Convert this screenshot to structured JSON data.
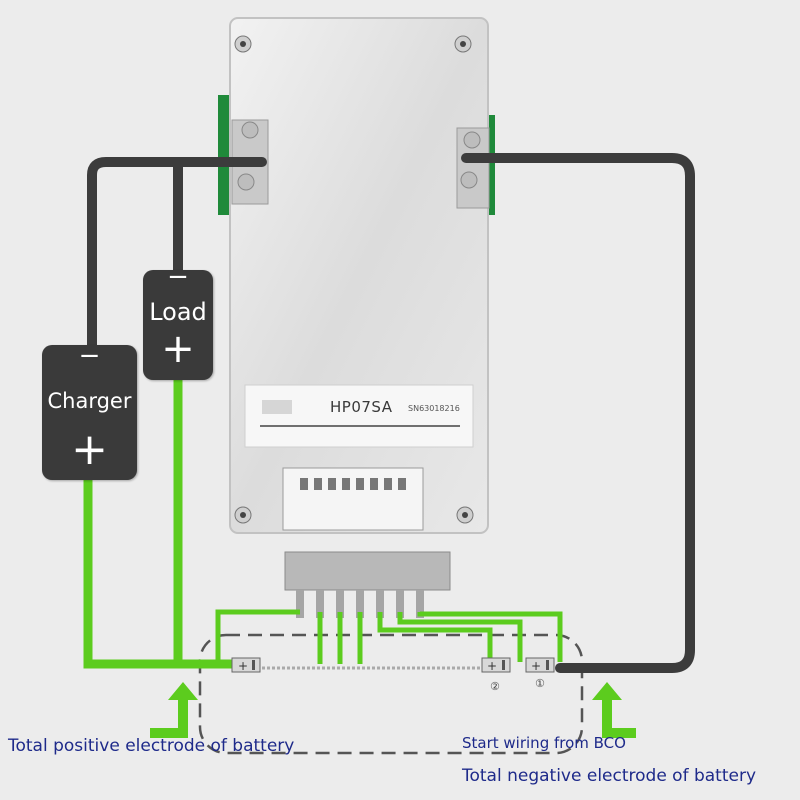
{
  "board": {
    "model": "HP07SA",
    "serial": "SN63018216"
  },
  "load": {
    "label": "Load",
    "minus": "−",
    "plus": "+"
  },
  "charger": {
    "label": "Charger",
    "minus": "−",
    "plus": "+"
  },
  "cells": {
    "cell_2_number": "②",
    "cell_1_number": "①"
  },
  "captions": {
    "total_positive": "Total positive electrode of battery",
    "start_wiring": "Start wiring from BCO",
    "total_negative": "Total negative electrode of battery"
  },
  "colors": {
    "positive_wire": "#5ccc1e",
    "negative_wire": "#3c3c3c",
    "caption_text": "#1e2a8a",
    "board_metal": "#e4e4e4",
    "pcb_green": "#1f8a3a",
    "arrow": "#5ccc1e"
  }
}
